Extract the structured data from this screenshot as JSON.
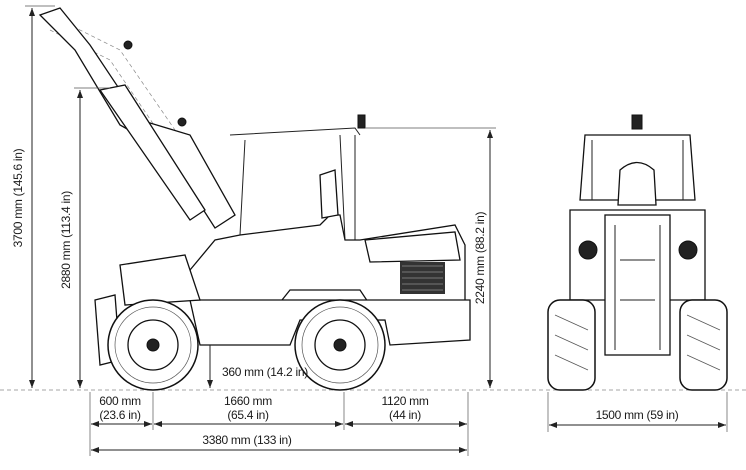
{
  "dimensions": {
    "overall_height_raised": "3700 mm (145.6 in)",
    "pivot_height": "2880 mm (113.4 in)",
    "cab_height": "2240 mm (88.2 in)",
    "ground_clearance": "360 mm (14.2 in)",
    "front_overhang_mm": "600 mm",
    "front_overhang_in": "(23.6 in)",
    "wheelbase_mm": "1660 mm",
    "wheelbase_in": "(65.4 in)",
    "rear_overhang_mm": "1120 mm",
    "rear_overhang_in": "(44 in)",
    "overall_length": "3380 mm (133 in)",
    "overall_width": "1500 mm (59 in)"
  }
}
